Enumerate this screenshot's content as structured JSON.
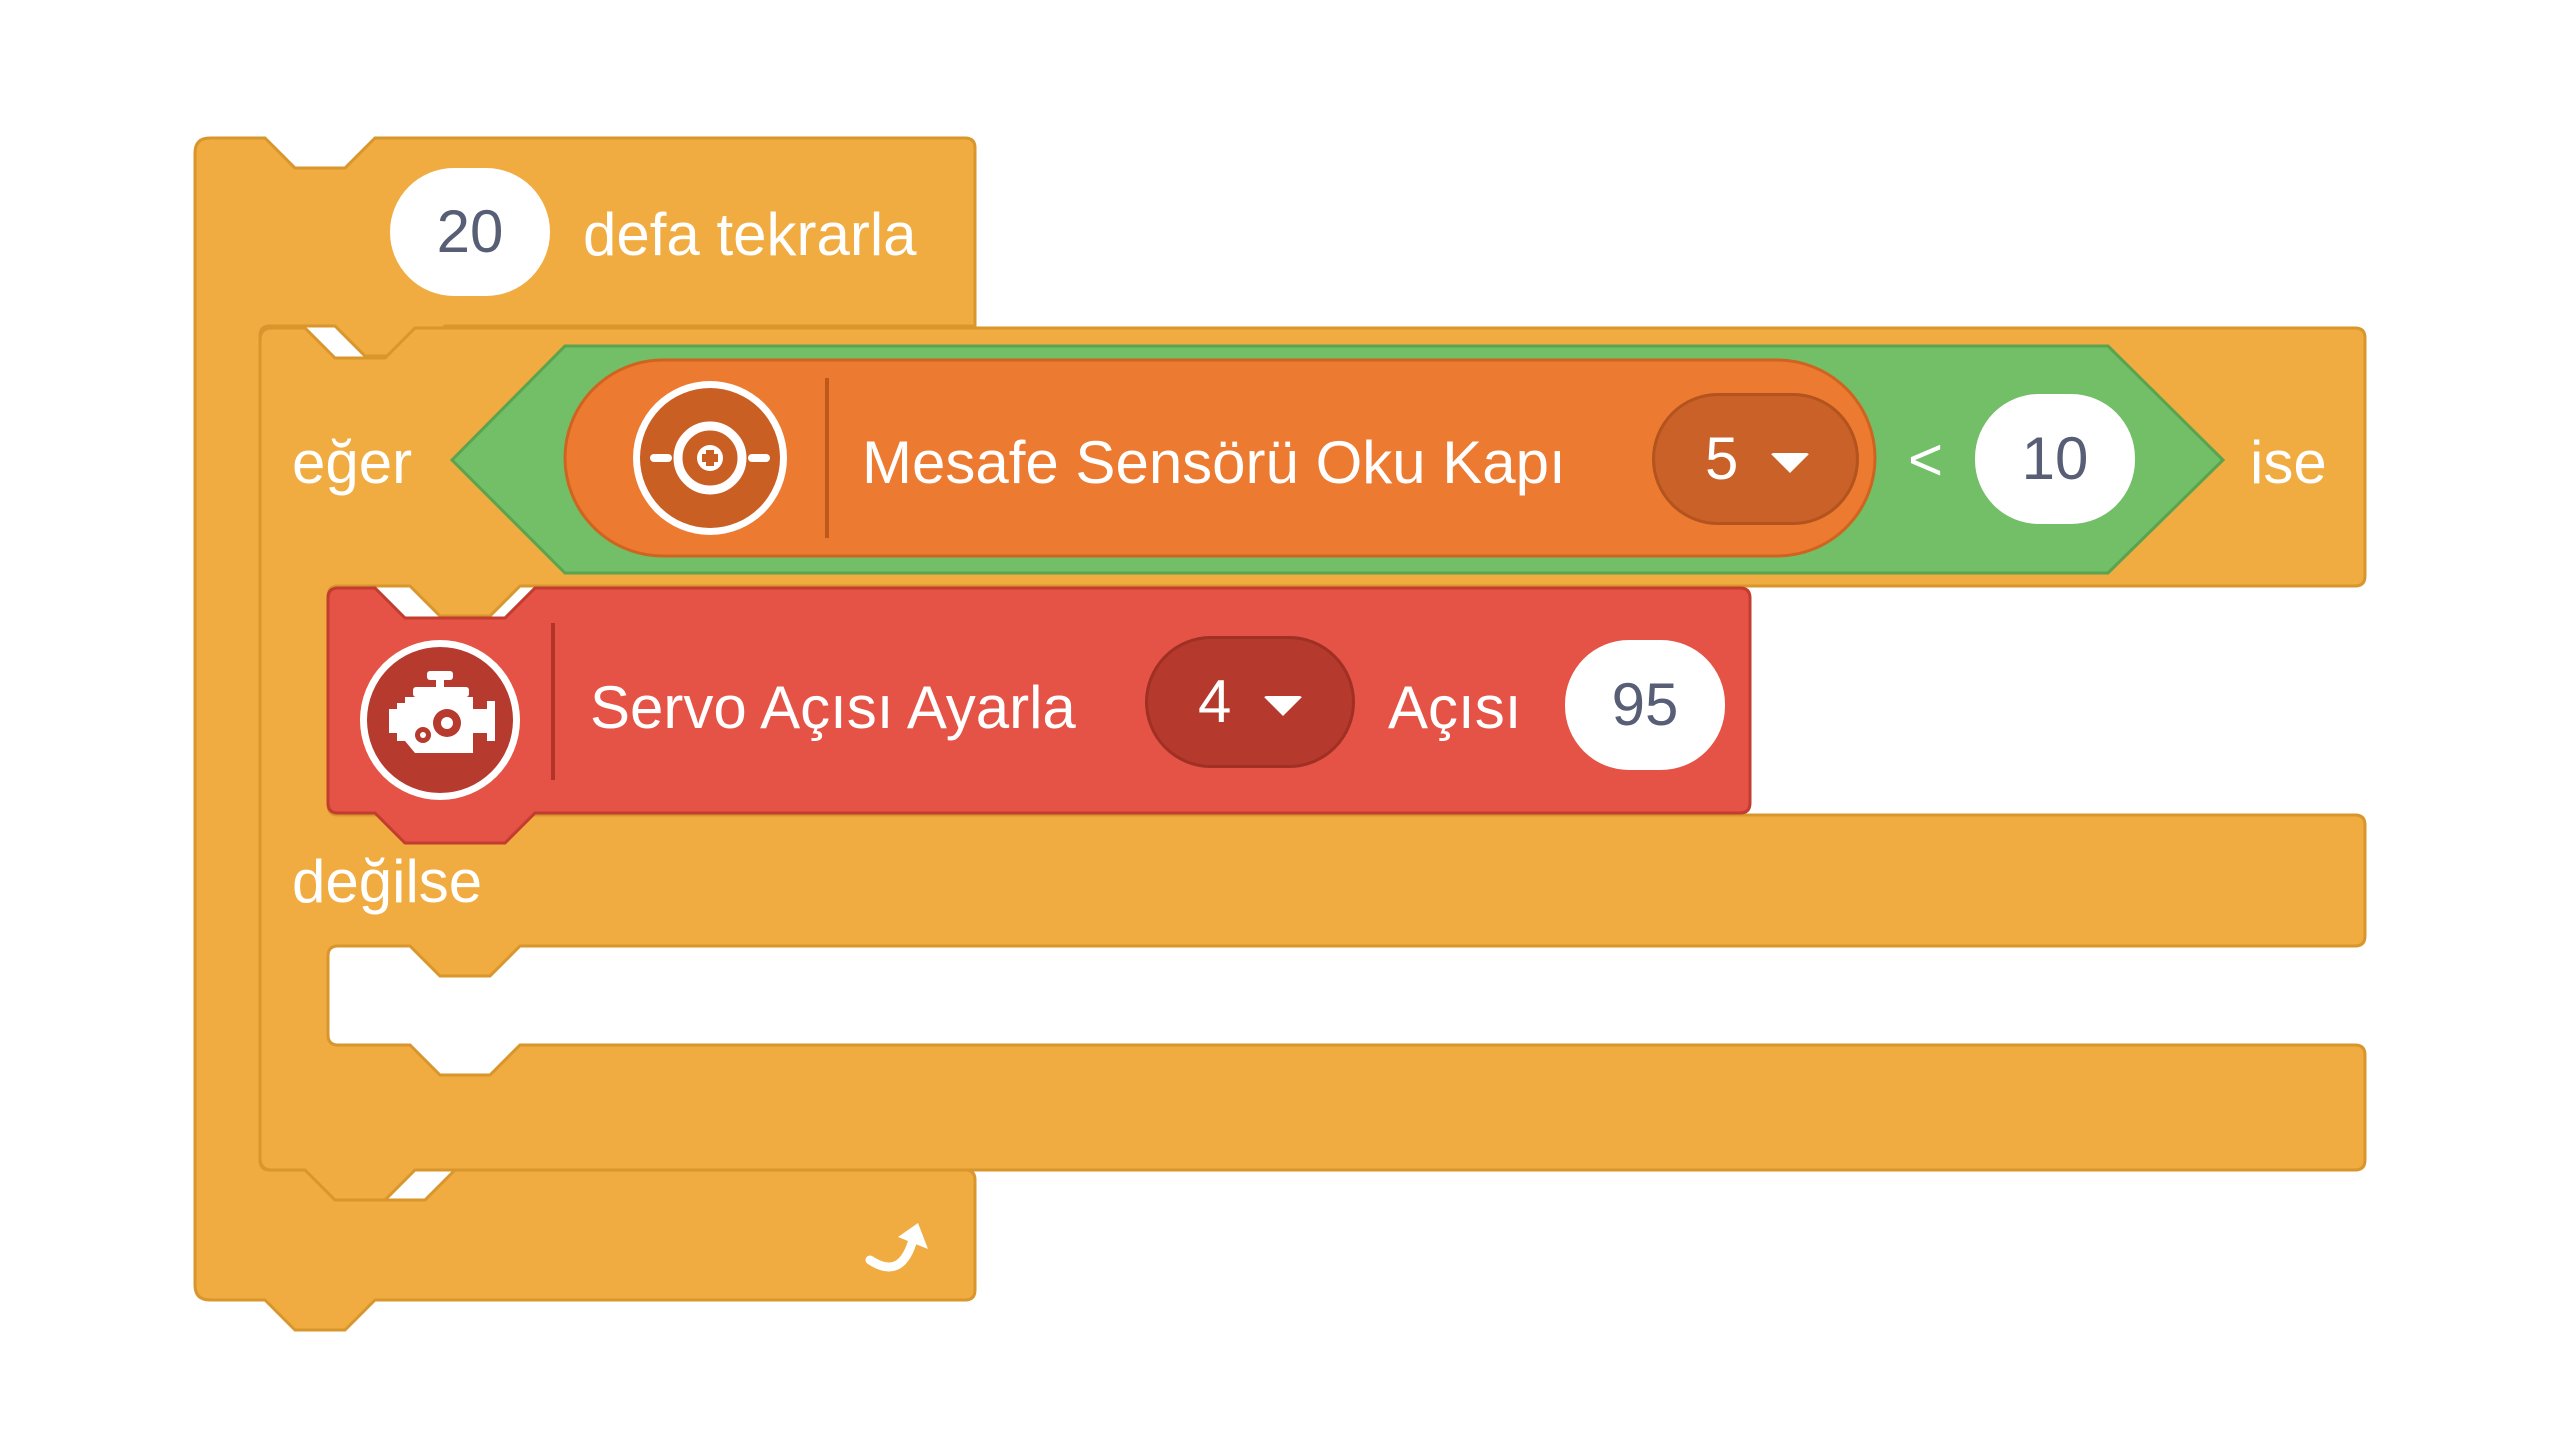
{
  "repeat_block": {
    "count": "20",
    "label": "defa tekrarla",
    "color": "#f0ac40",
    "loop_icon": "loop-arrow-icon"
  },
  "if_block": {
    "if_label": "eğer",
    "then_label": "ise",
    "else_label": "değilse",
    "color": "#f0ac40"
  },
  "condition": {
    "operator": "<",
    "compare_value": "10",
    "color": "#72bf67"
  },
  "sensor_block": {
    "label": "Mesafe Sensörü Oku Kapı",
    "port": "5",
    "icon": "distance-sensor-icon",
    "color": "#ec7a30"
  },
  "servo_block": {
    "label": "Servo Açısı Ayarla",
    "port": "4",
    "angle_label": "Açısı",
    "angle_value": "95",
    "icon": "servo-motor-icon",
    "color": "#e45346"
  }
}
